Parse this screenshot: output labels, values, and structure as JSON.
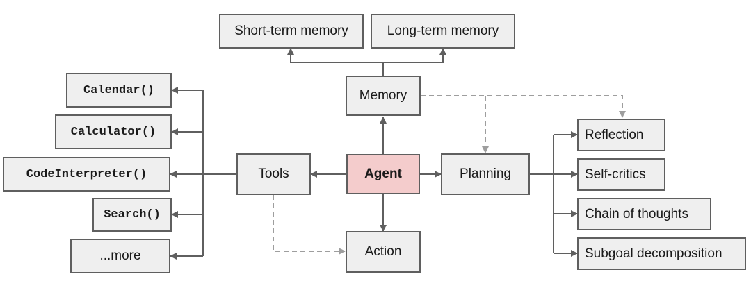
{
  "colors": {
    "agent_fill": "#f4cccc",
    "box_fill": "#efefef",
    "border": "#5f5f5f",
    "dashed": "#9e9e9e"
  },
  "nodes": {
    "agent": "Agent",
    "memory": "Memory",
    "short_term_memory": "Short-term memory",
    "long_term_memory": "Long-term memory",
    "tools": "Tools",
    "planning": "Planning",
    "action": "Action",
    "tool_calendar": "Calendar()",
    "tool_calculator": "Calculator()",
    "tool_code_interpreter": "CodeInterpreter()",
    "tool_search": "Search()",
    "tool_more": "...more",
    "reflection": "Reflection",
    "self_critics": "Self-critics",
    "chain_of_thoughts": "Chain of thoughts",
    "subgoal_decomposition": "Subgoal decomposition"
  }
}
